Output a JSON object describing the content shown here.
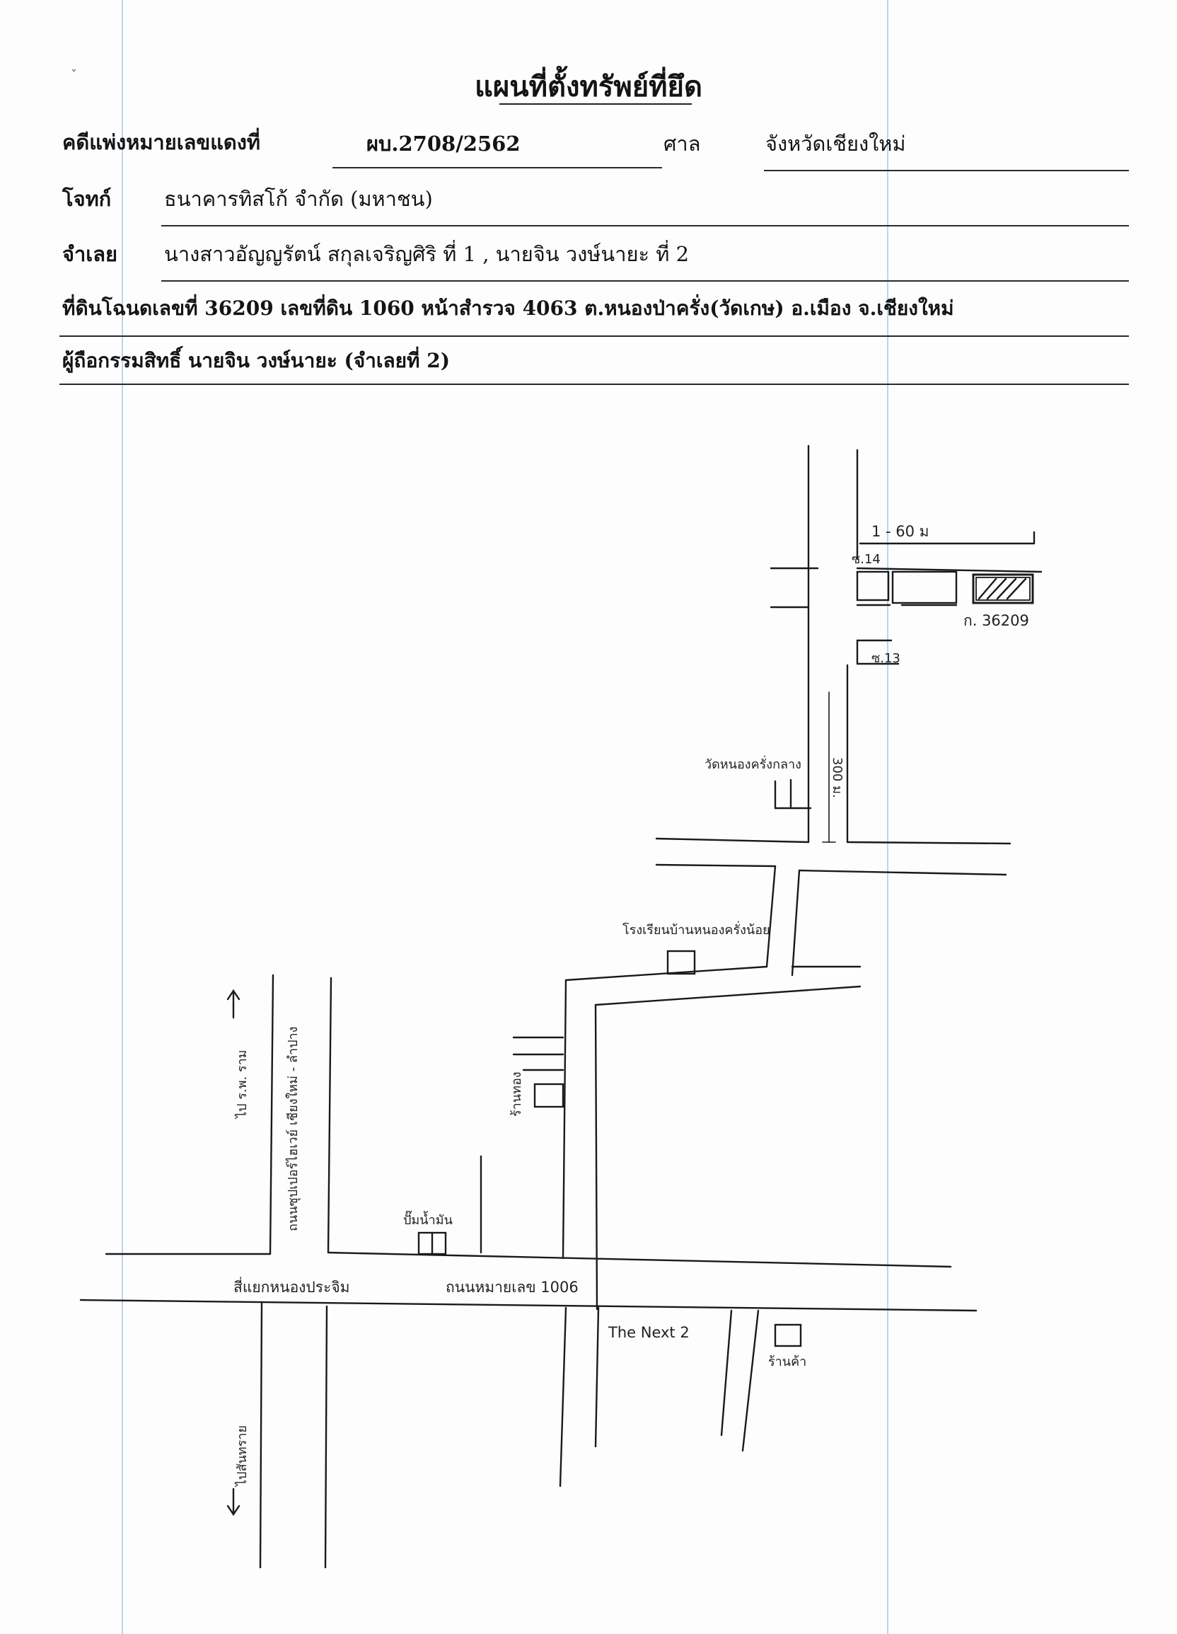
{
  "document": {
    "title": "แผนที่ตั้งทรัพย์ที่ยึด",
    "case_label": "คดีแพ่งหมายเลขแดงที่",
    "case_number": "ผบ.2708/2562",
    "court_label": "ศาล",
    "court_value": "จังหวัดเชียงใหม่",
    "plaintiff_label": "โจทก์",
    "plaintiff_value": "ธนาคารทิสโก้ จำกัด (มหาชน)",
    "defendant_label": "จำเลย",
    "defendant_value": "นางสาวอัญญรัตน์  สกุลเจริญศิริ  ที่ 1  ,  นายจิน   วงษ์นายะ   ที่ 2",
    "land_line": "ที่ดินโฉนดเลขที่ 36209 เลขที่ดิน 1060 หน้าสำรวจ 4063  ต.หนองป่าครั่ง(วัดเกษ) อ.เมือง จ.เชียงใหม่",
    "owner_line": "ผู้ถือกรรมสิทธิ์ นายจิน   วงษ์นายะ (จำเลยที่ 2)"
  },
  "map": {
    "distance_top": "1 - 60 ม",
    "soi_14": "ซ.14",
    "soi_13": "ซ.13",
    "parcel_label": "ก. 36209",
    "distance_vertical": "300 ม.",
    "temple": "วัดหนองครั่งกลาง",
    "school": "โรงเรียนบ้านหนองครั่งน้อย",
    "shop_left": "ร้านทอง",
    "shop_center": "ปั๊มน้ำมัน",
    "intersection": "สี่แยกหนองประจิม",
    "main_road": "ถนนหมายเลข 1006",
    "the_next": "The Next 2",
    "shop_right": "ร้านค้า",
    "to_top_left": "ไป ร.พ. ราม",
    "to_left_road": "ถนนซุปเปอร์ไฮเวย์ เชียงใหม่ - ลำปาง",
    "to_bottom_left": "ไปสันทราย"
  }
}
